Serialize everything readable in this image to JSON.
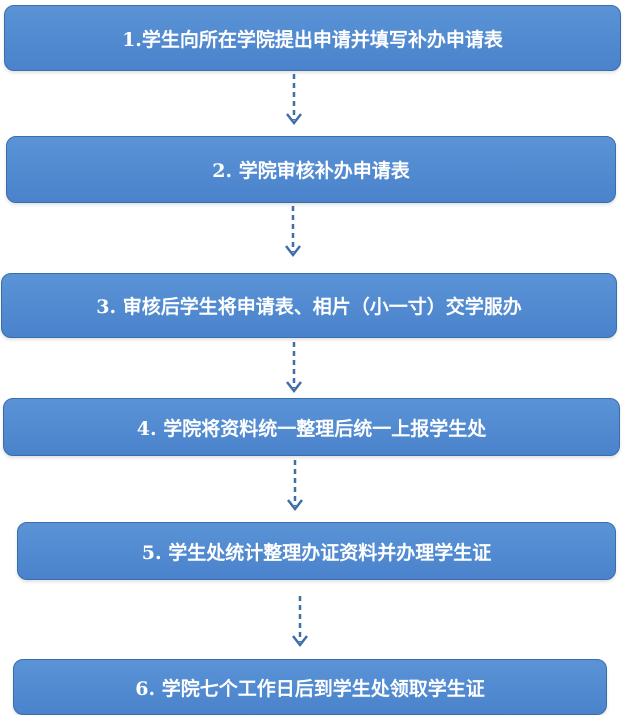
{
  "steps": [
    "1.学生向所在学院提出申请并填写补办申请表",
    "2. 学院审核补办申请表",
    "3. 审核后学生将申请表、相片（小一寸）交学服办",
    "4. 学院将资料统一整理后统一上报学生处",
    "5. 学生处统计整理办证资料并办理学生证",
    "6. 学院七个工作日后到学生处领取学生证"
  ],
  "colors": {
    "box_fill": "#4f88cf",
    "box_border": "#3a6ea8",
    "arrow": "#3f6fa6",
    "text": "#ffffff"
  }
}
